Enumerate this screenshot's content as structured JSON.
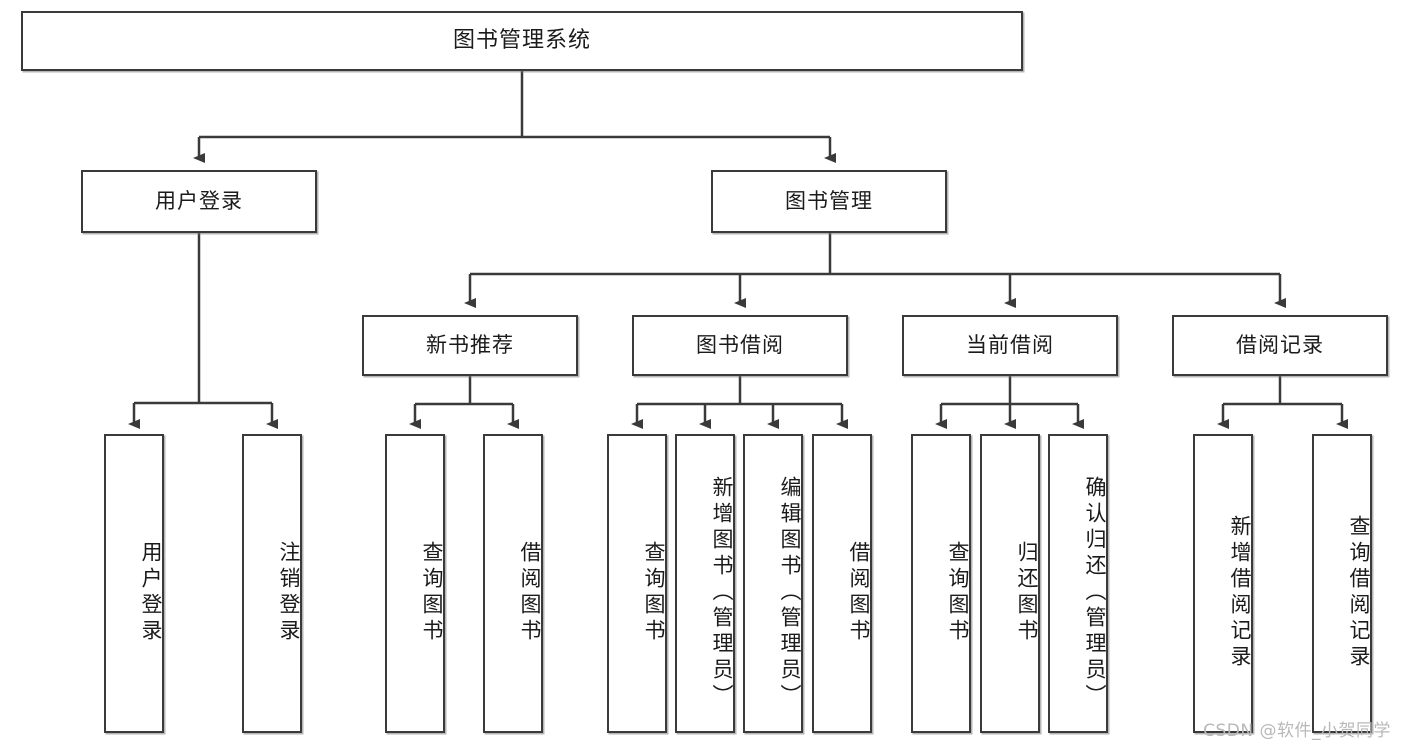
{
  "diagram": {
    "title_node": {
      "label": "图书管理系统"
    },
    "level2": [
      {
        "id": "user-login",
        "label": "用户登录"
      },
      {
        "id": "book-management",
        "label": "图书管理"
      }
    ],
    "level3": [
      {
        "id": "new-book-recommend",
        "label": "新书推荐"
      },
      {
        "id": "book-borrow",
        "label": "图书借阅"
      },
      {
        "id": "current-borrow",
        "label": "当前借阅"
      },
      {
        "id": "borrow-record",
        "label": "借阅记录"
      }
    ],
    "leaves": {
      "user_login": [
        {
          "id": "leaf-user-login",
          "label": "用户登录"
        },
        {
          "id": "leaf-logout-login",
          "label": "注销登录"
        }
      ],
      "new_book_recommend": [
        {
          "id": "leaf-query-book-1",
          "label": "查询图书"
        },
        {
          "id": "leaf-borrow-book-1",
          "label": "借阅图书"
        }
      ],
      "book_borrow": [
        {
          "id": "leaf-query-book-2",
          "label": "查询图书"
        },
        {
          "id": "leaf-add-book",
          "label": "新增图书（管理员）"
        },
        {
          "id": "leaf-edit-book",
          "label": "编辑图书（管理员）"
        },
        {
          "id": "leaf-borrow-book-2",
          "label": "借阅图书"
        }
      ],
      "current_borrow": [
        {
          "id": "leaf-query-book-3",
          "label": "查询图书"
        },
        {
          "id": "leaf-return-book",
          "label": "归还图书"
        },
        {
          "id": "leaf-confirm-return",
          "label": "确认归还（管理员）"
        }
      ],
      "borrow_record": [
        {
          "id": "leaf-add-record",
          "label": "新增借阅记录"
        },
        {
          "id": "leaf-query-record",
          "label": "查询借阅记录"
        }
      ]
    }
  },
  "watermark": {
    "text": "CSDN @软件_小贺同学"
  },
  "colors": {
    "box_border": "#3a3a3a",
    "box_fill": "#ffffff",
    "line": "#3a3a3a",
    "text": "#1b1b1b",
    "watermark": "#b9b9b9"
  }
}
